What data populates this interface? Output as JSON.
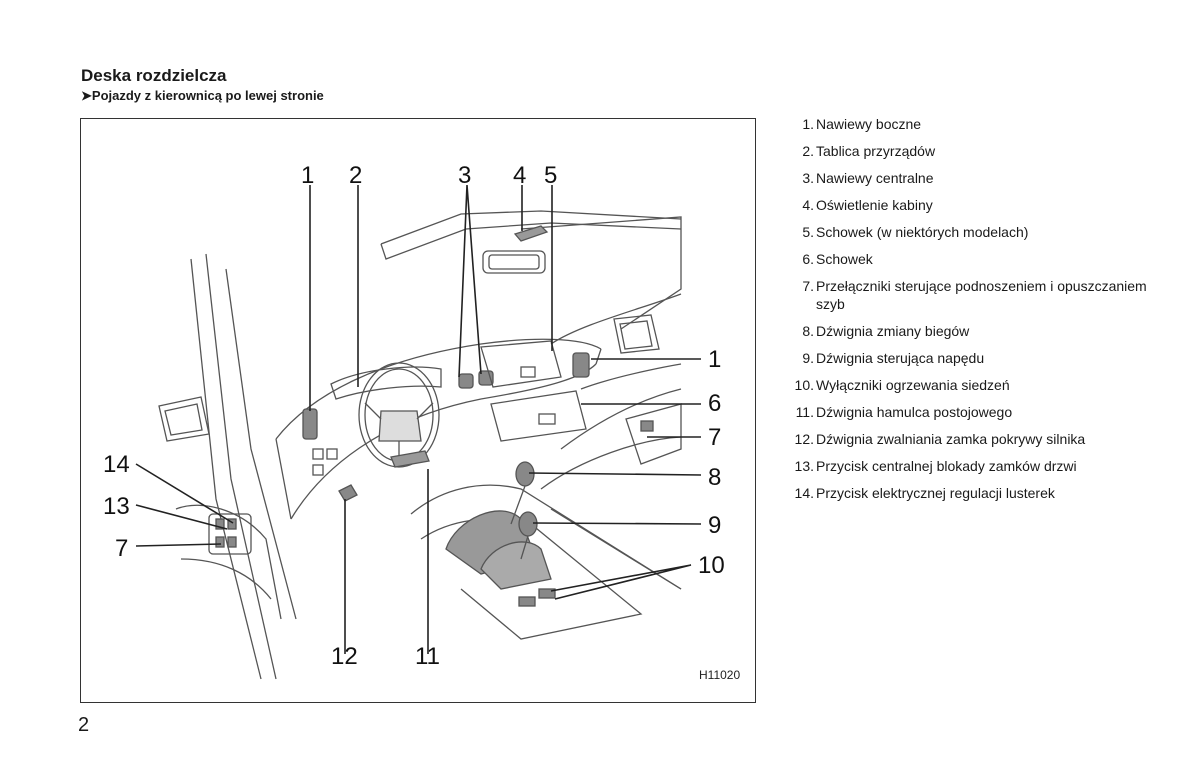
{
  "header": {
    "title": "Deska rozdzielcza",
    "subtitle": "➤Pojazdy z kierownicą po lewej stronie"
  },
  "figure": {
    "code": "H11020",
    "callouts": [
      "1",
      "2",
      "3",
      "4",
      "5",
      "1",
      "6",
      "7",
      "8",
      "9",
      "10",
      "11",
      "12",
      "7",
      "13",
      "14"
    ]
  },
  "legend": [
    {
      "num": "1.",
      "text": "Nawiewy boczne"
    },
    {
      "num": "2.",
      "text": "Tablica przyrządów"
    },
    {
      "num": "3.",
      "text": "Nawiewy centralne"
    },
    {
      "num": "4.",
      "text": "Oświetlenie kabiny"
    },
    {
      "num": "5.",
      "text": "Schowek (w niektórych modelach)"
    },
    {
      "num": "6.",
      "text": "Schowek"
    },
    {
      "num": "7.",
      "text": "Przełączniki sterujące podnoszeniem i opuszczaniem szyb"
    },
    {
      "num": "8.",
      "text": "Dźwignia zmiany biegów"
    },
    {
      "num": "9.",
      "text": "Dźwignia sterująca napędu"
    },
    {
      "num": "10.",
      "text": "Wyłączniki ogrzewania siedzeń"
    },
    {
      "num": "11.",
      "text": "Dźwignia hamulca postojowego"
    },
    {
      "num": "12.",
      "text": "Dźwignia zwalniania zamka pokrywy silnika"
    },
    {
      "num": "13.",
      "text": "Przycisk centralnej blokady zamków drzwi"
    },
    {
      "num": "14.",
      "text": "Przycisk elektrycznej regulacji lusterek"
    }
  ],
  "page_number": "2"
}
